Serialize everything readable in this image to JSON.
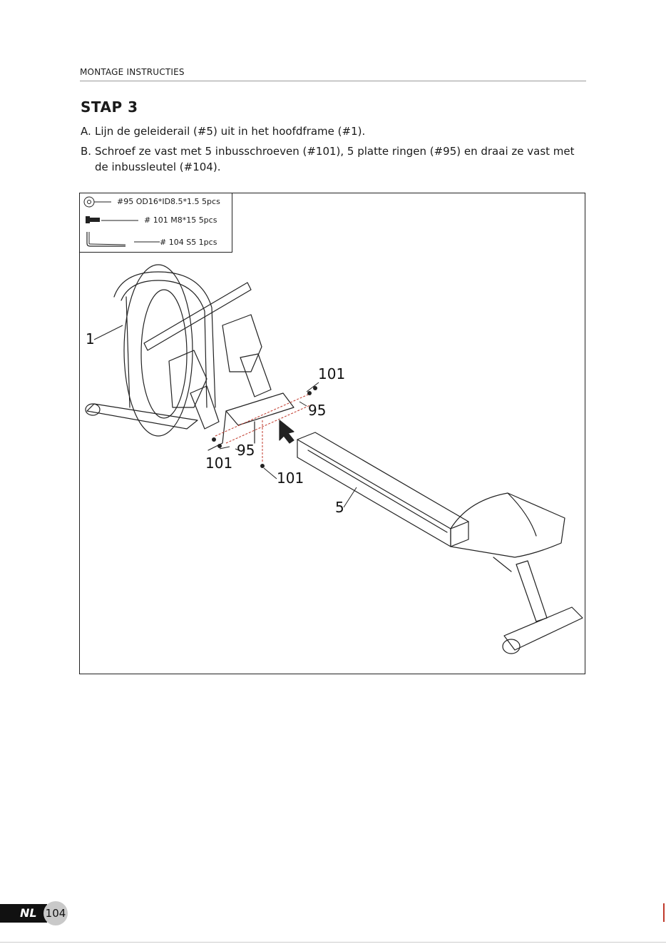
{
  "header": {
    "section": "MONTAGE INSTRUCTIES"
  },
  "step": {
    "title": "STAP 3",
    "a_letter": "A.",
    "a_text": "Lijn de geleiderail (#5) uit in het hoofdframe (#1).",
    "b_letter": "B.",
    "b_text_line1": "Schroef ze vast met 5 inbusschroeven (#101), 5 platte ringen (#95) en draai ze vast met",
    "b_text_line2": "de inbussleutel (#104)."
  },
  "parts": [
    {
      "icon": "washer-icon",
      "label": "#95   OD16*ID8.5*1.5  5pcs"
    },
    {
      "icon": "bolt-icon",
      "label": "# 101   M8*15   5pcs"
    },
    {
      "icon": "allen-key-icon",
      "label": "# 104  S5    1pcs"
    }
  ],
  "callouts": {
    "frame": "1",
    "bolt_top": "101",
    "washer_right": "95",
    "washer_left": "95",
    "bolt_left": "101",
    "bolt_bottom": "101",
    "rail": "5"
  },
  "footer": {
    "lang": "NL",
    "page": "104"
  },
  "colors": {
    "accent": "#c0392b",
    "line": "#222222"
  }
}
